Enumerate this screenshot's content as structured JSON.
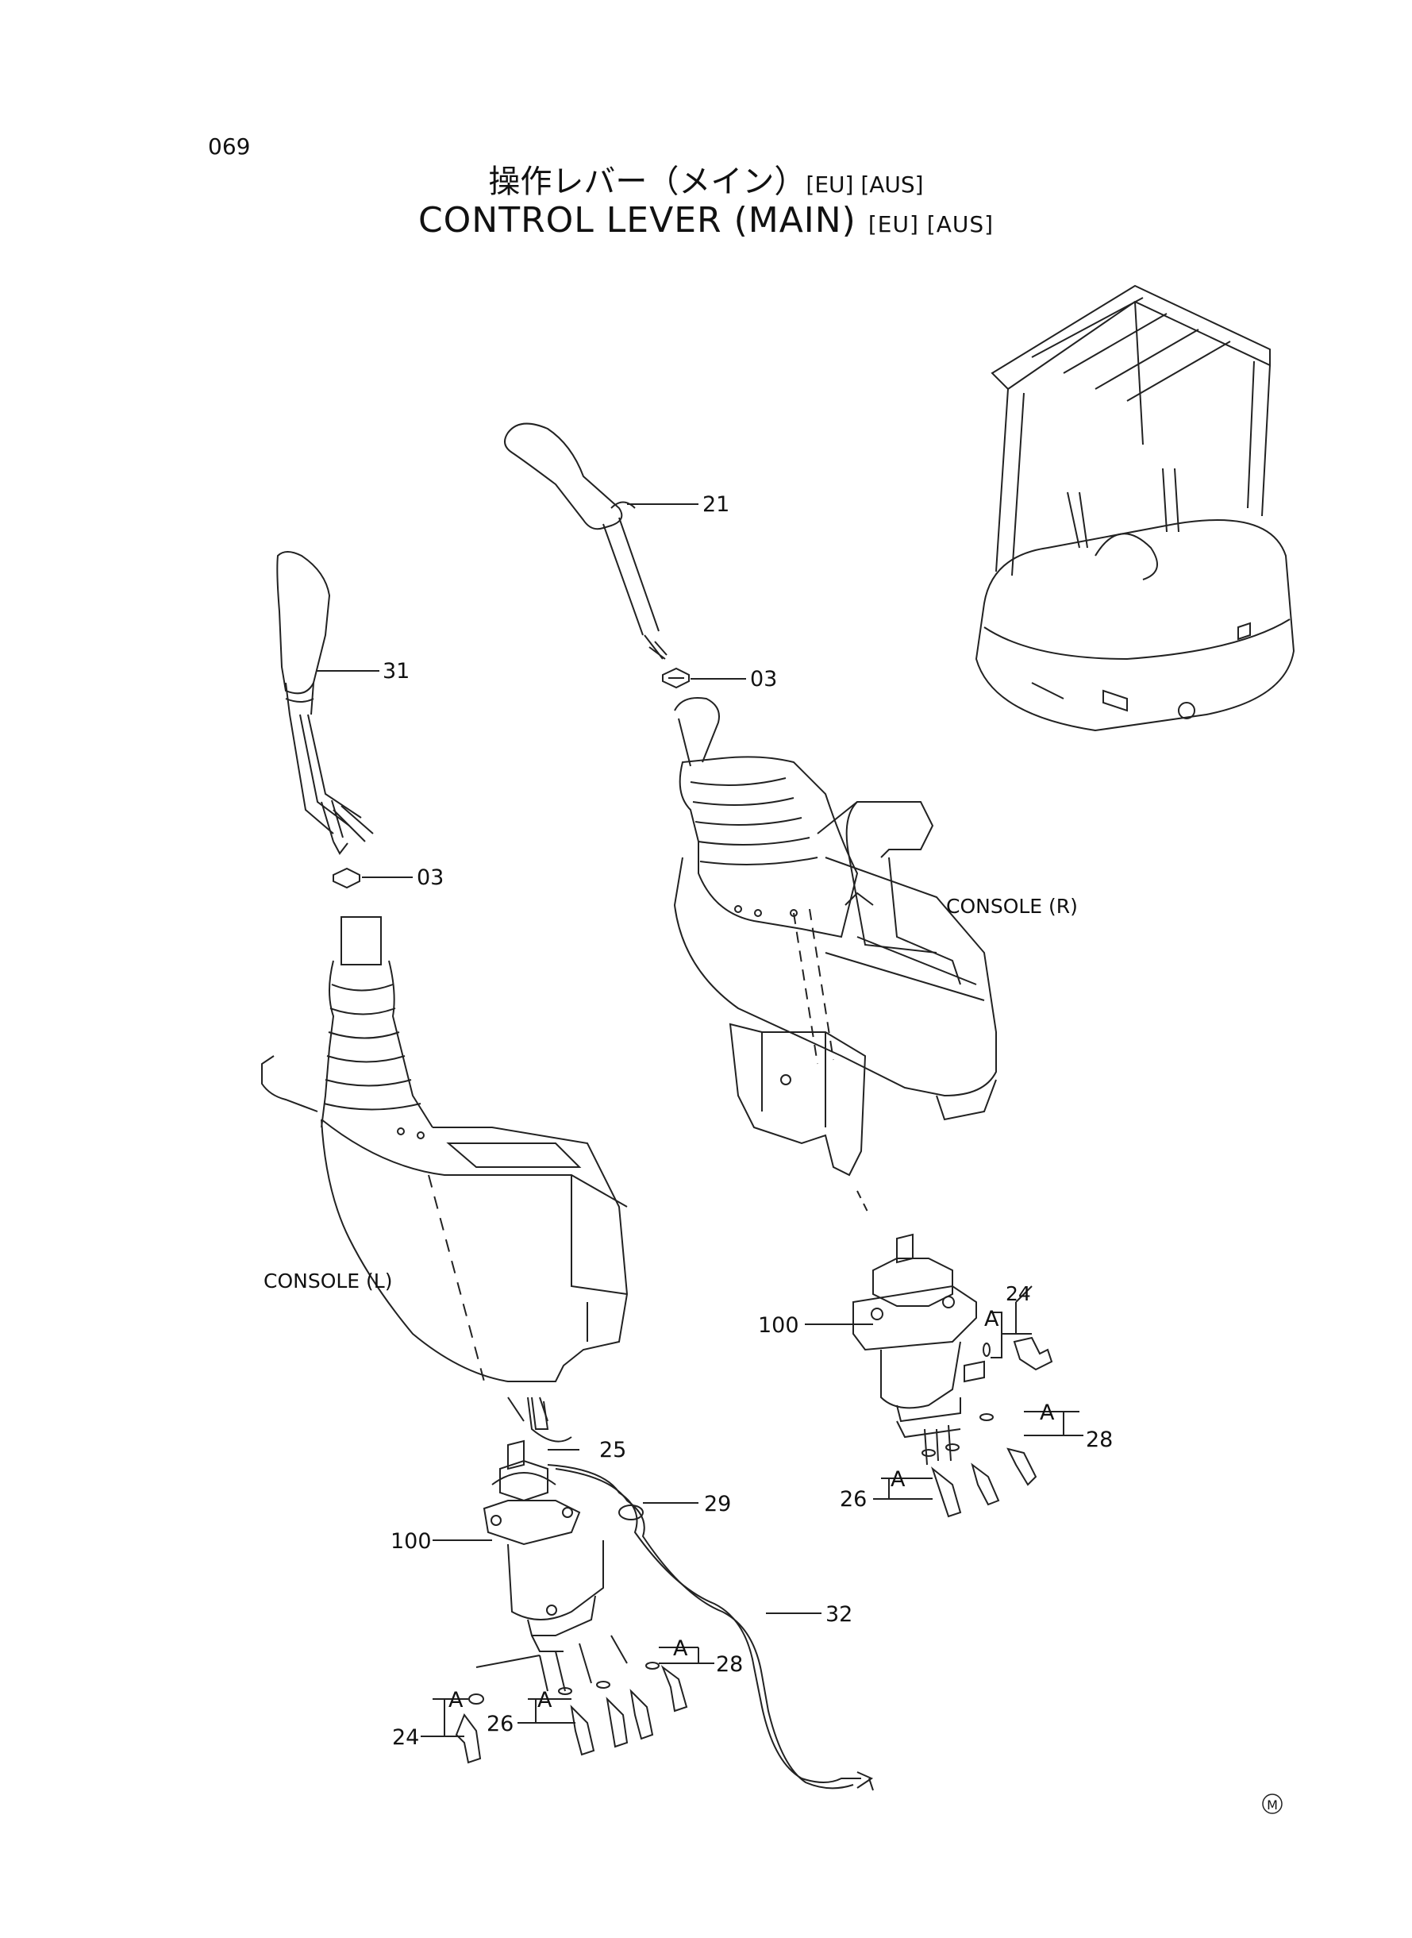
{
  "page_number": "069",
  "title_jp": "操作レバー（メイン）",
  "title_en": "CONTROL  LEVER  (MAIN)",
  "region_suffix": "[EU] [AUS]",
  "console_left_label": "CONSOLE  (L)",
  "console_right_label": "CONSOLE  (R)",
  "callouts": {
    "c21": "21",
    "c31": "31",
    "c03_right": "03",
    "c03_left": "03",
    "c24_right": "24",
    "c100_right": "100",
    "c28_right": "28",
    "c26_right": "26",
    "c25": "25",
    "c29": "29",
    "c100_left": "100",
    "c32": "32",
    "c28_left": "28",
    "c26_left": "26",
    "c24_left": "24"
  },
  "ref_a": "A",
  "mark": "M"
}
